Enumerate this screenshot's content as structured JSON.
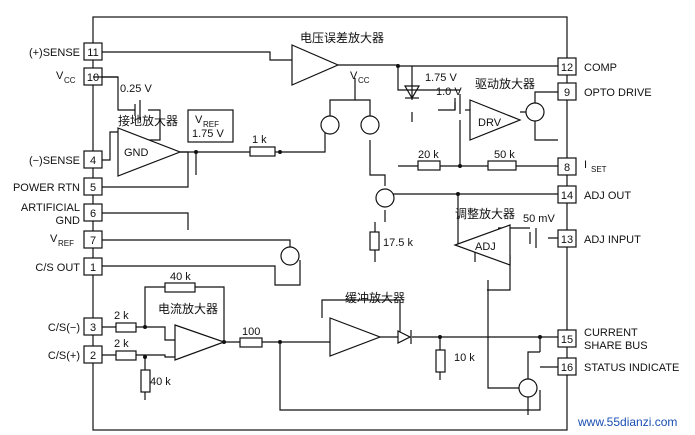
{
  "pins": {
    "sense_pos": {
      "num": "11",
      "label": "(+)SENSE"
    },
    "vcc": {
      "num": "10",
      "label": "V",
      "sub": "CC"
    },
    "sense_neg": {
      "num": "4",
      "label": "(−)SENSE"
    },
    "power_rtn": {
      "num": "5",
      "label": "POWER RTN"
    },
    "artificial_gnd": {
      "num": "6",
      "label1": "ARTIFICIAL",
      "label2": "GND"
    },
    "vref": {
      "num": "7",
      "label": "V",
      "sub": "REF"
    },
    "cs_out": {
      "num": "1",
      "label": "C/S OUT"
    },
    "cs_neg": {
      "num": "3",
      "label": "C/S(−)"
    },
    "cs_pos": {
      "num": "2",
      "label": "C/S(+)"
    },
    "comp": {
      "num": "12",
      "label": "COMP"
    },
    "opto_drive": {
      "num": "9",
      "label": "OPTO DRIVE"
    },
    "iset": {
      "num": "8",
      "label": "I",
      "sub": "SET"
    },
    "adj_out": {
      "num": "14",
      "label": "ADJ OUT"
    },
    "adj_input": {
      "num": "13",
      "label": "ADJ INPUT"
    },
    "current_share": {
      "num": "15",
      "label1": "CURRENT",
      "label2": "SHARE BUS"
    },
    "status": {
      "num": "16",
      "label": "STATUS INDICATE"
    }
  },
  "blocks": {
    "voltage_error_amp": "电压误差放大器",
    "ground_amp": "接地放大器",
    "drive_amp": "驱动放大器",
    "adjust_amp": "调整放大器",
    "current_amp": "电流放大器",
    "buffer_amp": "缓冲放大器",
    "gnd_label": "GND",
    "drv_label": "DRV",
    "adj_label": "ADJ",
    "vref_block_label": "V",
    "vref_block_sub": "REF",
    "vref_block_value": "1.75 V"
  },
  "values": {
    "v025": "0.25 V",
    "r1k": "1 k",
    "v175": "1.75 V",
    "v10": "1.0 V",
    "r20k": "20 k",
    "r50k": "50 k",
    "r175k": "17.5 k",
    "v50mv": "50 mV",
    "r40k_top": "40 k",
    "r2k_a": "2 k",
    "r2k_b": "2 k",
    "r100": "100",
    "r10k": "10 k",
    "r40k_bot": "40 k",
    "vcc_internal": "V",
    "vcc_internal_sub": "CC"
  },
  "watermark": "www.55dianzi.com"
}
